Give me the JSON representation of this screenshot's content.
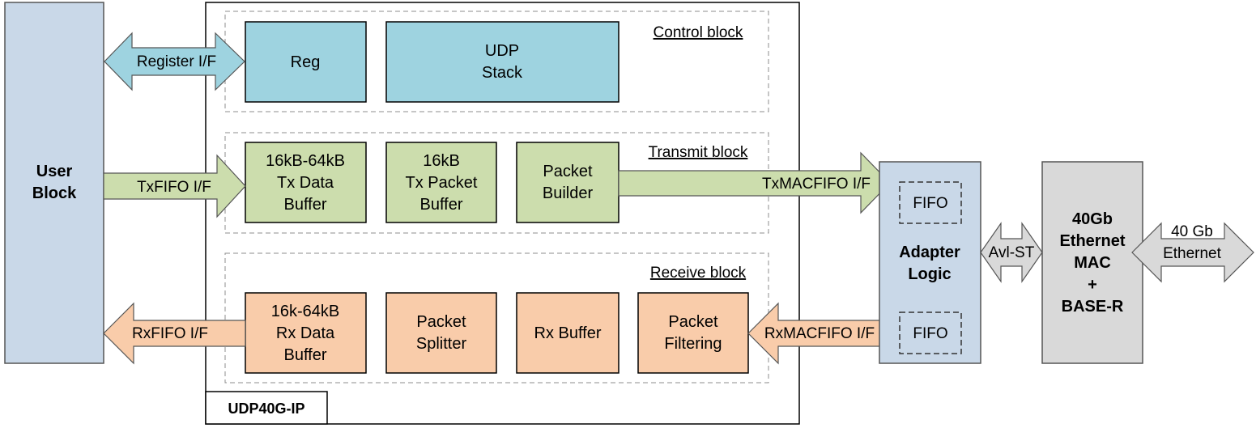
{
  "user_block": {
    "line1": "User",
    "line2": "Block"
  },
  "ip": {
    "label": "UDP40G-IP",
    "control": {
      "label": "Control block",
      "reg": "Reg",
      "udp_line1": "UDP",
      "udp_line2": "Stack"
    },
    "transmit": {
      "label": "Transmit block",
      "txdata": [
        "16kB-64kB",
        "Tx Data",
        "Buffer"
      ],
      "txpacket": [
        "16kB",
        "Tx Packet",
        "Buffer"
      ],
      "builder": [
        "Packet",
        "Builder"
      ]
    },
    "receive": {
      "label": "Receive block",
      "rxdata": [
        "16k-64kB",
        "Rx Data",
        "Buffer"
      ],
      "splitter": [
        "Packet",
        "Splitter"
      ],
      "rxbuffer": "Rx Buffer",
      "filtering": [
        "Packet",
        "Filtering"
      ]
    }
  },
  "arrows": {
    "register": "Register I/F",
    "txfifo": "TxFIFO I/F",
    "rxfifo": "RxFIFO I/F",
    "txmacfifo": "TxMACFIFO I/F",
    "rxmacfifo": "RxMACFIFO I/F",
    "avlst": "Avl-ST",
    "ethernet": [
      "40 Gb",
      "Ethernet"
    ]
  },
  "adapter": {
    "line1": "Adapter",
    "line2": "Logic",
    "fifo_top": "FIFO",
    "fifo_bottom": "FIFO"
  },
  "mac": [
    "40Gb",
    "Ethernet",
    "MAC",
    "+",
    "BASE-R"
  ],
  "colors": {
    "user_fill": "#C9D8E8",
    "control_fill": "#9ED3E0",
    "transmit_fill": "#CCDDAD",
    "receive_fill": "#F9CCAA",
    "adapter_fill": "#C9D8E8",
    "mac_fill": "#D9D9D9",
    "gray_arrow_fill": "#D9D9D9"
  }
}
